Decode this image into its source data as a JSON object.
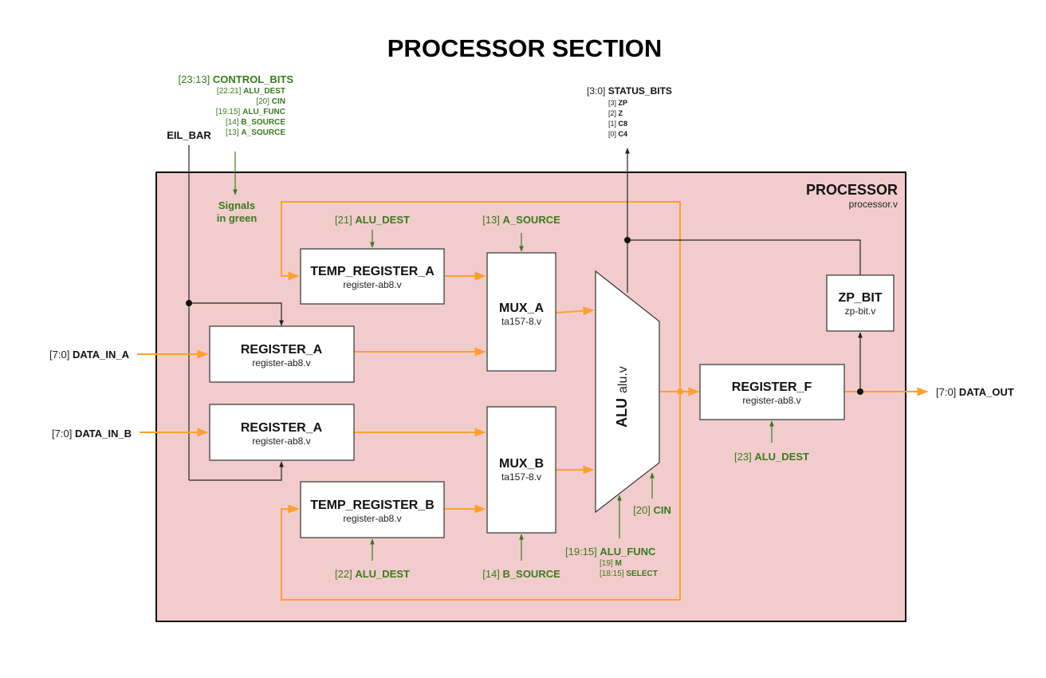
{
  "title": "PROCESSOR SECTION",
  "processor": {
    "name": "PROCESSOR",
    "file": "processor.v"
  },
  "control_bits": {
    "range": "[23:13]",
    "name": "CONTROL_BITS",
    "items": [
      {
        "range": "[22:21]",
        "name": "ALU_DEST"
      },
      {
        "range": "[20]",
        "name": "CIN"
      },
      {
        "range": "[19:15]",
        "name": "ALU_FUNC"
      },
      {
        "range": "[14]",
        "name": "B_SOURCE"
      },
      {
        "range": "[13]",
        "name": "A_SOURCE"
      }
    ]
  },
  "status_bits": {
    "range": "[3:0]",
    "name": "STATUS_BITS",
    "items": [
      {
        "range": "[3]",
        "name": "ZP"
      },
      {
        "range": "[2]",
        "name": "Z"
      },
      {
        "range": "[1]",
        "name": "C8"
      },
      {
        "range": "[0]",
        "name": "C4"
      }
    ]
  },
  "eil_bar": "EIL_BAR",
  "signals_note": {
    "line1": "Signals",
    "line2": "in green"
  },
  "inputs": {
    "data_in_a": {
      "range": "[7:0]",
      "name": "DATA_IN_A"
    },
    "data_in_b": {
      "range": "[7:0]",
      "name": "DATA_IN_B"
    }
  },
  "output": {
    "range": "[7:0]",
    "name": "DATA_OUT"
  },
  "blocks": {
    "temp_register_a": {
      "name": "TEMP_REGISTER_A",
      "file": "register-ab8.v"
    },
    "temp_register_b": {
      "name": "TEMP_REGISTER_B",
      "file": "register-ab8.v"
    },
    "register_a_top": {
      "name": "REGISTER_A",
      "file": "register-ab8.v"
    },
    "register_a_bottom": {
      "name": "REGISTER_A",
      "file": "register-ab8.v"
    },
    "mux_a": {
      "name": "MUX_A",
      "file": "ta157-8.v"
    },
    "mux_b": {
      "name": "MUX_B",
      "file": "ta157-8.v"
    },
    "alu": {
      "name": "ALU",
      "file": "alu.v"
    },
    "register_f": {
      "name": "REGISTER_F",
      "file": "register-ab8.v"
    },
    "zp_bit": {
      "name": "ZP_BIT",
      "file": "zp-bit.v"
    }
  },
  "signals": {
    "alu_dest_21": {
      "range": "[21]",
      "name": "ALU_DEST"
    },
    "a_source": {
      "range": "[13]",
      "name": "A_SOURCE"
    },
    "alu_dest_22": {
      "range": "[22]",
      "name": "ALU_DEST"
    },
    "b_source": {
      "range": "[14]",
      "name": "B_SOURCE"
    },
    "cin": {
      "range": "[20]",
      "name": "CIN"
    },
    "alu_func": {
      "range": "[19:15]",
      "name": "ALU_FUNC"
    },
    "alu_func_m": {
      "range": "[19]",
      "name": "M"
    },
    "alu_func_select": {
      "range": "[18:15]",
      "name": "SELECT"
    },
    "alu_dest_23": {
      "range": "[23]",
      "name": "ALU_DEST"
    }
  },
  "colors": {
    "processor_fill": "#f2cccc",
    "bus_wire": "#ff9f2e",
    "control_signal": "#3a7a1e",
    "block_fill": "#ffffff"
  }
}
